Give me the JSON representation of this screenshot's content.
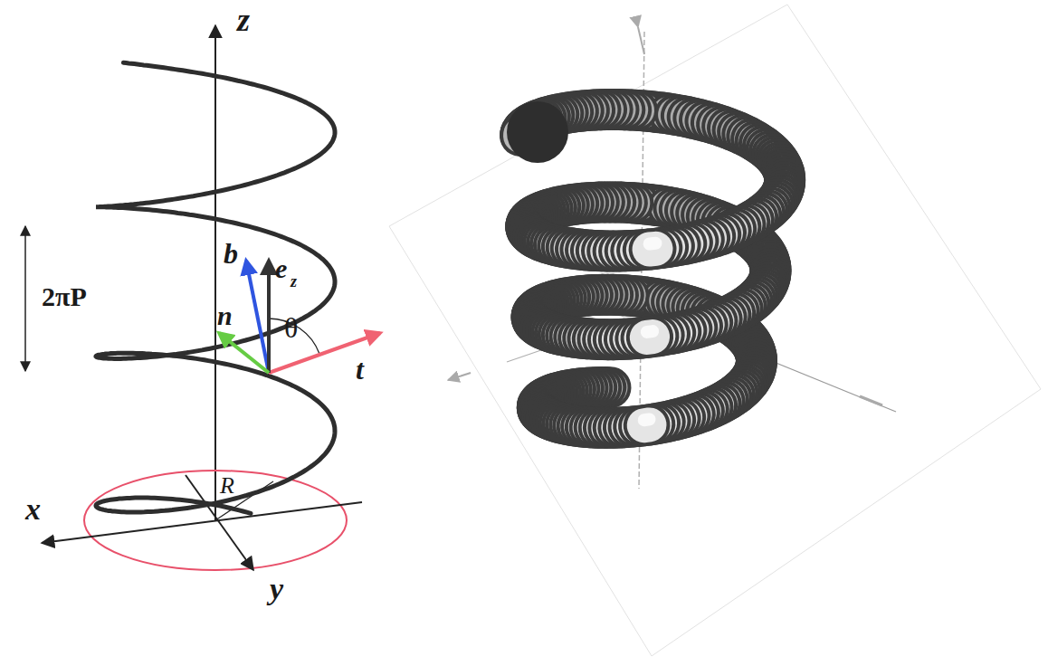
{
  "diagram": {
    "labels": [
      "z",
      "2πP",
      "b",
      "e",
      "z",
      "n",
      "θ",
      "t",
      "R",
      "x",
      "y"
    ]
  }
}
